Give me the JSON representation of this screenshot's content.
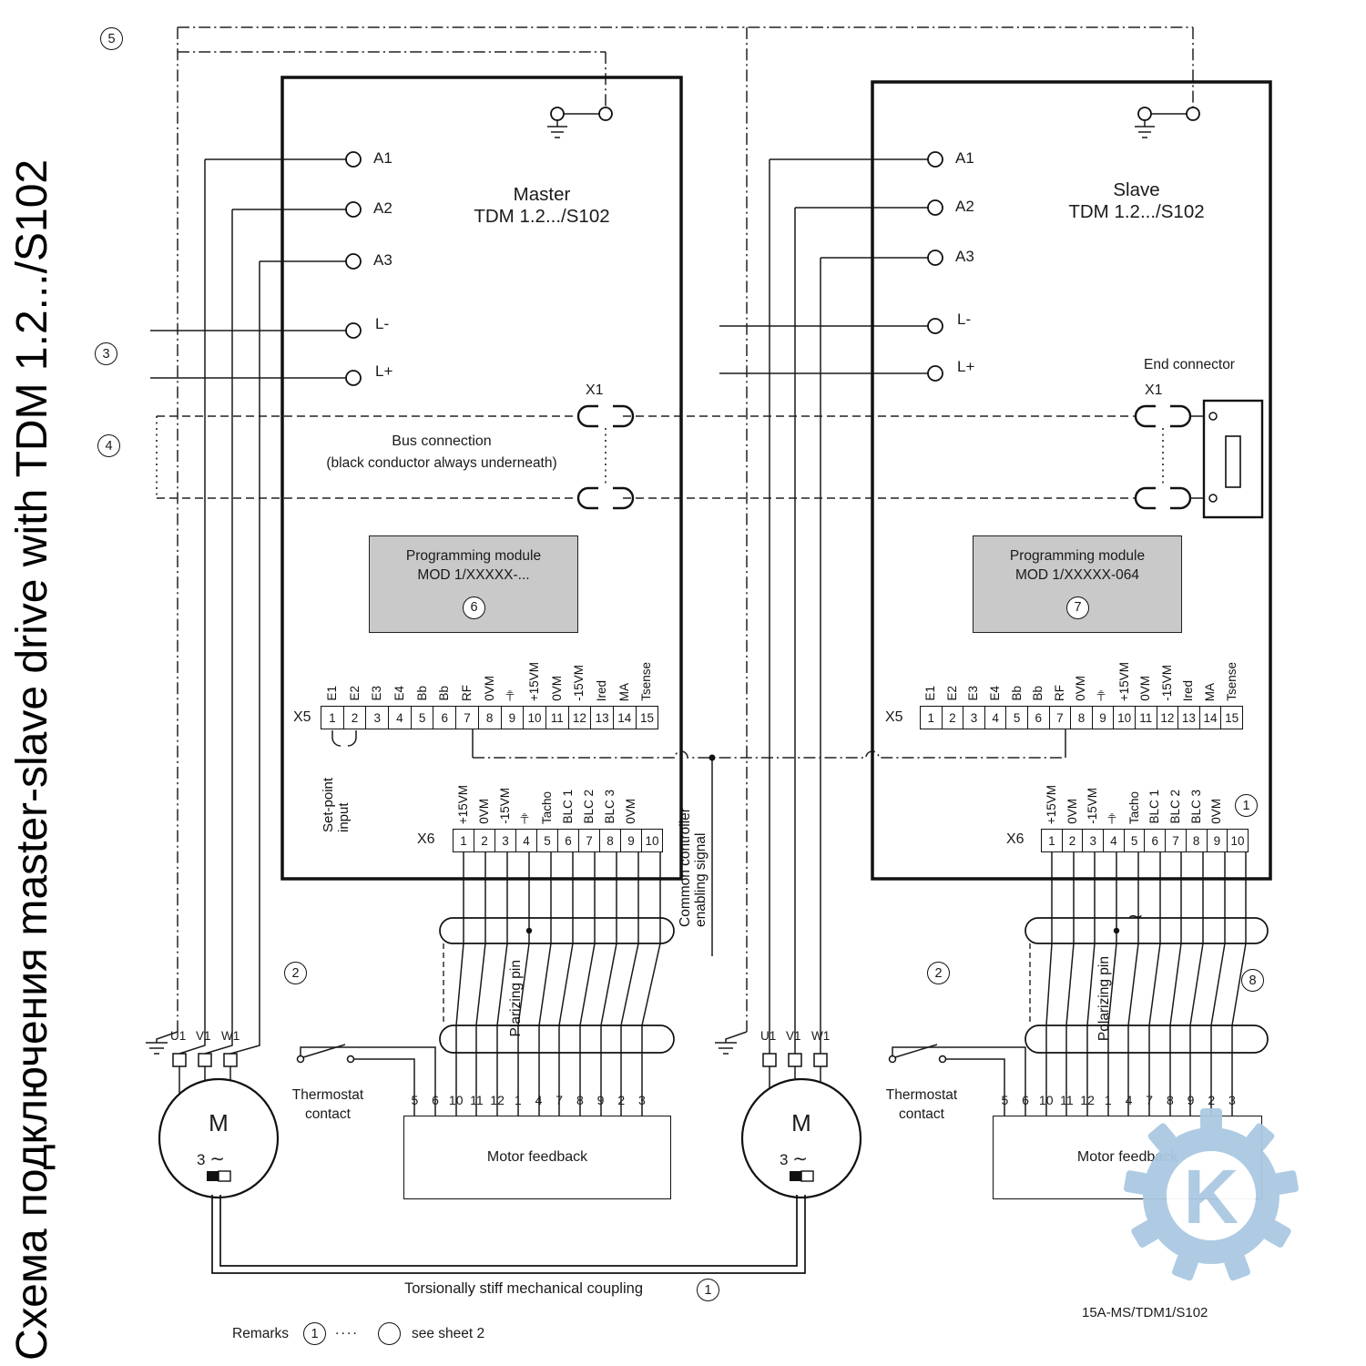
{
  "page": {
    "title_vertical": "Схема подключения master-slave drive with TDM 1.2.../S102",
    "doc_number": "15A-MS/TDM1/S102"
  },
  "badges": {
    "top_left": "5",
    "power": "3",
    "bus": "4",
    "master_module": "6",
    "slave_module": "7",
    "thermo_left": "2",
    "thermo_right": "2",
    "x6_slave": "1",
    "cables_right": "8"
  },
  "bus": {
    "x1_master": "X1",
    "x1_slave": "X1",
    "note_line1": "Bus connection",
    "note_line2": "(black conductor always underneath)",
    "end_connector": "End connector"
  },
  "signals": {
    "common_enable": "Common controller enabling signal",
    "ac_mark": "∼"
  },
  "coupling": {
    "label": "Torsionally stiff mechanical coupling",
    "badge": "1"
  },
  "remarks": {
    "label": "Remarks",
    "badge1": "1",
    "dots": "....",
    "text": "see sheet 2"
  },
  "watermark": {
    "letter": "K"
  },
  "master": {
    "title": "Master",
    "model": "TDM 1.2.../S102",
    "terminals": [
      "A1",
      "A2",
      "A3",
      "L-",
      "L+"
    ],
    "module_line1": "Programming module",
    "module_line2": "MOD 1/XXXXX-...",
    "x5_label": "X5",
    "x6_label": "X6",
    "x5_cells": [
      {
        "n": "1",
        "s": "E1"
      },
      {
        "n": "2",
        "s": "E2"
      },
      {
        "n": "3",
        "s": "E3"
      },
      {
        "n": "4",
        "s": "E4"
      },
      {
        "n": "5",
        "s": "Bb"
      },
      {
        "n": "6",
        "s": "Bb"
      },
      {
        "n": "7",
        "s": "RF"
      },
      {
        "n": "8",
        "s": "0VM"
      },
      {
        "n": "9",
        "s": "⏚"
      },
      {
        "n": "10",
        "s": "+15VM"
      },
      {
        "n": "11",
        "s": "0VM"
      },
      {
        "n": "12",
        "s": "-15VM"
      },
      {
        "n": "13",
        "s": "Ired"
      },
      {
        "n": "14",
        "s": "MA"
      },
      {
        "n": "15",
        "s": "Tsense"
      }
    ],
    "x6_cells": [
      {
        "n": "1",
        "s": "+15VM"
      },
      {
        "n": "2",
        "s": "0VM"
      },
      {
        "n": "3",
        "s": "-15VM"
      },
      {
        "n": "4",
        "s": "⏚"
      },
      {
        "n": "5",
        "s": "Tacho"
      },
      {
        "n": "6",
        "s": "BLC 1"
      },
      {
        "n": "7",
        "s": "BLC 2"
      },
      {
        "n": "8",
        "s": "BLC 3"
      },
      {
        "n": "9",
        "s": "0VM"
      },
      {
        "n": "10",
        "s": ""
      }
    ],
    "setpoint": "Set-point input",
    "polarizing": "Plarizing pin",
    "thermostat": "Thermostat contact",
    "motor": {
      "m": "M",
      "phase": "3",
      "phase_sym": "∼",
      "u": "U1",
      "v": "V1",
      "w": "W1"
    },
    "feedback": {
      "label": "Motor feedback",
      "pins": [
        "5",
        "6",
        "10",
        "11",
        "12",
        "1",
        "4",
        "7",
        "8",
        "9",
        "2",
        "3"
      ]
    }
  },
  "slave": {
    "title": "Slave",
    "model": "TDM 1.2.../S102",
    "terminals": [
      "A1",
      "A2",
      "A3",
      "L-",
      "L+"
    ],
    "module_line1": "Programming module",
    "module_line2": "MOD 1/XXXXX-064",
    "x5_label": "X5",
    "x6_label": "X6",
    "x5_cells": [
      {
        "n": "1",
        "s": "E1"
      },
      {
        "n": "2",
        "s": "E2"
      },
      {
        "n": "3",
        "s": "E3"
      },
      {
        "n": "4",
        "s": "E4"
      },
      {
        "n": "5",
        "s": "Bb"
      },
      {
        "n": "6",
        "s": "Bb"
      },
      {
        "n": "7",
        "s": "RF"
      },
      {
        "n": "8",
        "s": "0VM"
      },
      {
        "n": "9",
        "s": "⏚"
      },
      {
        "n": "10",
        "s": "+15VM"
      },
      {
        "n": "11",
        "s": "0VM"
      },
      {
        "n": "12",
        "s": "-15VM"
      },
      {
        "n": "13",
        "s": "Ired"
      },
      {
        "n": "14",
        "s": "MA"
      },
      {
        "n": "15",
        "s": "Tsense"
      }
    ],
    "x6_cells": [
      {
        "n": "1",
        "s": "+15VM"
      },
      {
        "n": "2",
        "s": "0VM"
      },
      {
        "n": "3",
        "s": "-15VM"
      },
      {
        "n": "4",
        "s": "⏚"
      },
      {
        "n": "5",
        "s": "Tacho"
      },
      {
        "n": "6",
        "s": "BLC 1"
      },
      {
        "n": "7",
        "s": "BLC 2"
      },
      {
        "n": "8",
        "s": "BLC 3"
      },
      {
        "n": "9",
        "s": "0VM"
      },
      {
        "n": "10",
        "s": ""
      }
    ],
    "polarizing": "Polarizing pin",
    "thermostat": "Thermostat contact",
    "motor": {
      "m": "M",
      "phase": "3",
      "phase_sym": "∼",
      "u": "U1",
      "v": "V1",
      "w": "W1"
    },
    "feedback": {
      "label": "Motor feedback",
      "pins": [
        "5",
        "6",
        "10",
        "11",
        "12",
        "1",
        "4",
        "7",
        "8",
        "9",
        "2",
        "3"
      ]
    }
  }
}
